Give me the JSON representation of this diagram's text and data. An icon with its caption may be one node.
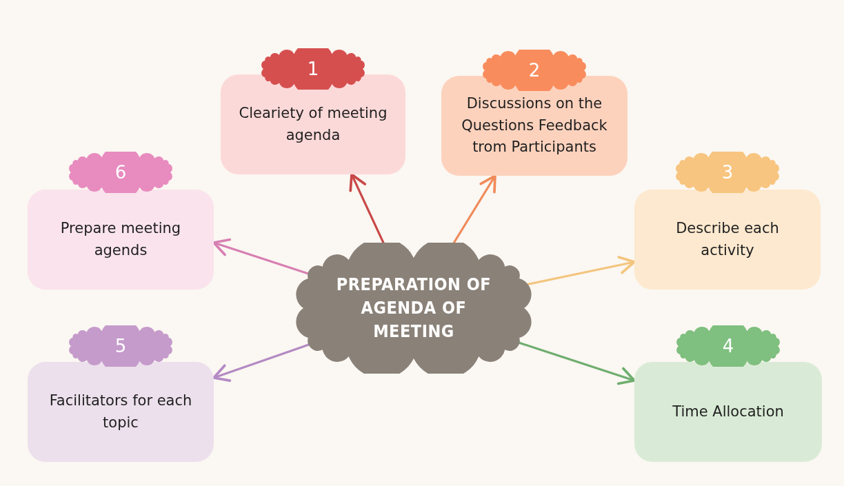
{
  "diagram": {
    "nodes": [
      {
        "text": [
          "1",
          "Cleariety of meeting agenda"
        ]
      },
      {
        "text": [
          "2",
          "Discussions on the Questions Feedback trom Participants"
        ]
      },
      {
        "text": [
          "6",
          "Prepare meeting agends"
        ]
      },
      {
        "text": [
          "3",
          "Describe each activity"
        ]
      },
      {
        "text": [
          "PREPARATION OF AGENDA OF MEETING"
        ]
      },
      {
        "text": [
          "5",
          "Facilitators for each topic"
        ]
      },
      {
        "text": [
          "4",
          "Time Allocation"
        ]
      }
    ],
    "edges": [
      {
        "from": 4,
        "to": 0,
        "arrow": "to",
        "color": "#c94848"
      },
      {
        "from": 4,
        "to": 1,
        "arrow": "to",
        "color": "#f08a5a"
      },
      {
        "from": 4,
        "to": 2,
        "arrow": "to",
        "color": "#d77fb3"
      },
      {
        "from": 4,
        "to": 3,
        "arrow": "to",
        "color": "#f3c57e"
      },
      {
        "from": 4,
        "to": 5,
        "arrow": "to",
        "color": "#b48ac4"
      },
      {
        "from": 4,
        "to": 6,
        "arrow": "to",
        "color": "#6fae6f"
      }
    ]
  }
}
